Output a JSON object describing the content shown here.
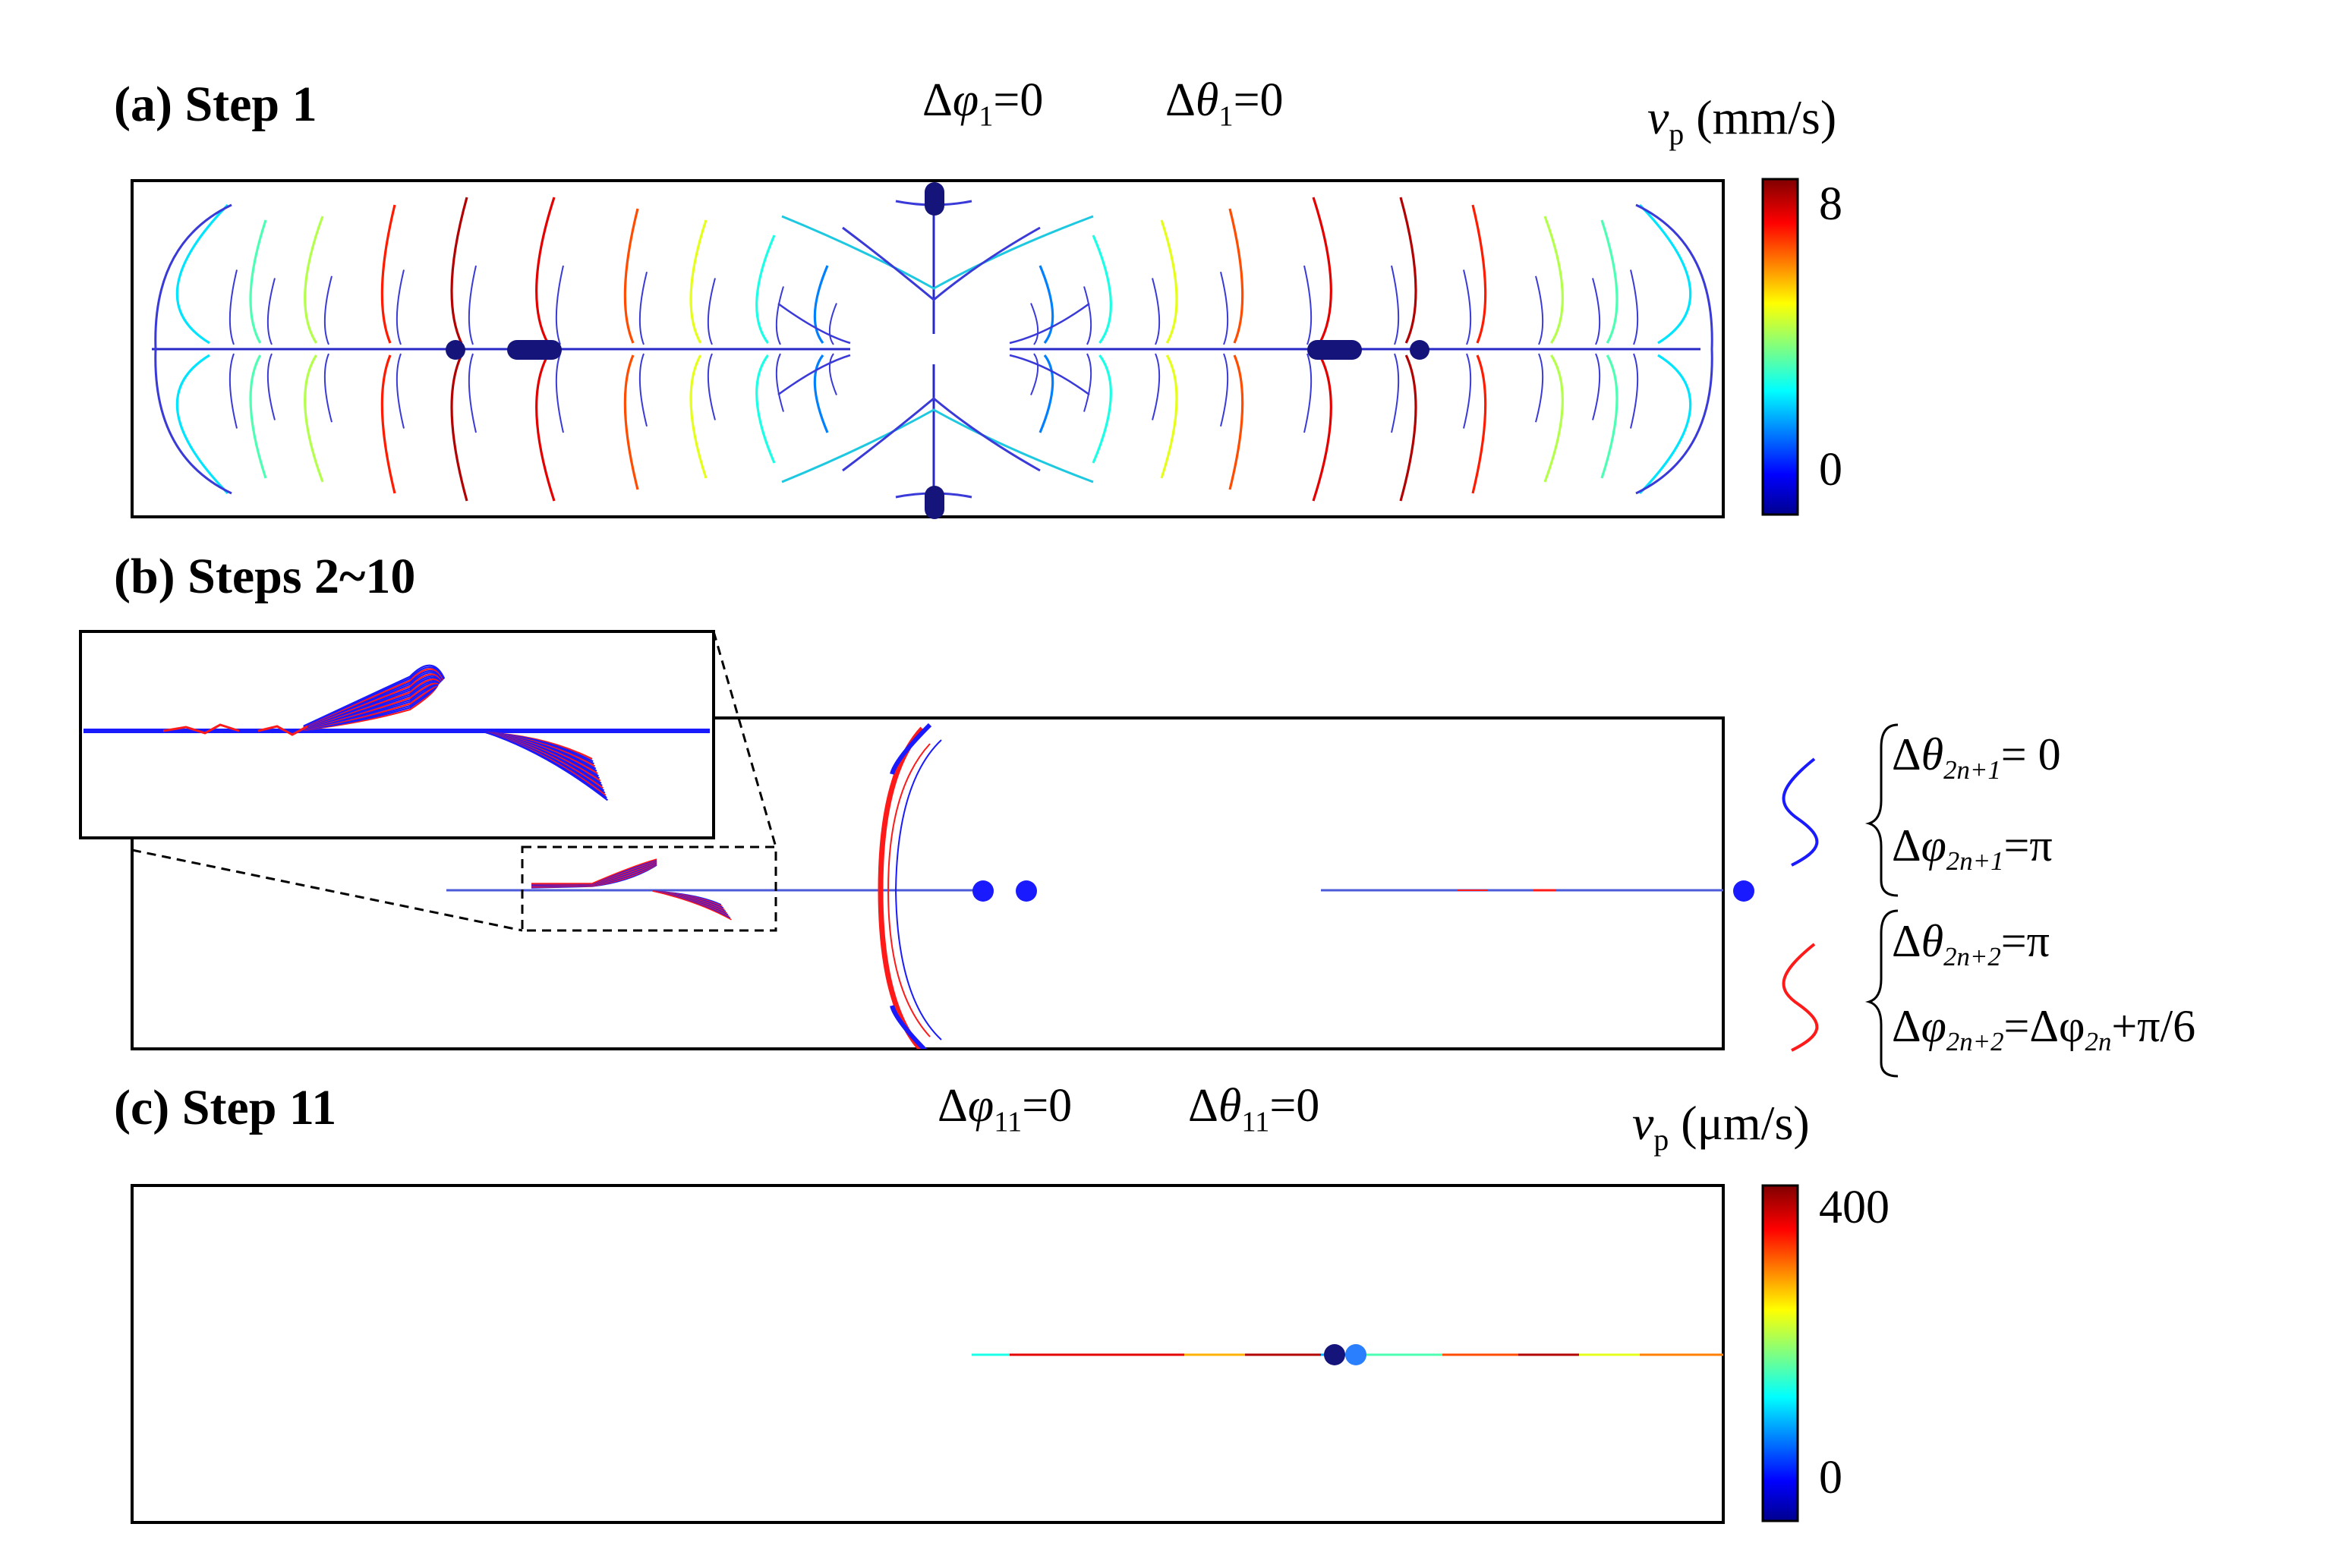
{
  "panels": {
    "a": {
      "label": "(a) Step 1",
      "eq_phi": {
        "base": "Δ",
        "sym": "φ",
        "sub": "1",
        "rhs": "=0"
      },
      "eq_theta": {
        "base": "Δ",
        "sym": "θ",
        "sub": "1",
        "rhs": "=0"
      },
      "colorbar": {
        "var": "v",
        "sub": "p",
        "unit": " (mm/s)",
        "max": "8",
        "min": "0"
      }
    },
    "b": {
      "label": "(b) Steps 2~10",
      "legend": [
        {
          "color": "#1a1aff",
          "line1": {
            "base": "Δ",
            "sym": "θ",
            "sub": "2n+1",
            "rhs": "= 0"
          },
          "line2": {
            "base": "Δ",
            "sym": "φ",
            "sub": "2n+1",
            "rhs": "=π"
          }
        },
        {
          "color": "#ff1a1a",
          "line1": {
            "base": "Δ",
            "sym": "θ",
            "sub": "2n+2",
            "rhs": "=π"
          },
          "line2": {
            "base": "Δ",
            "sym": "φ",
            "sub": "2n+2",
            "rhs": "=Δφ",
            "sub2": "2n",
            "rhs2": "+π/6"
          }
        }
      ]
    },
    "c": {
      "label": "(c) Step 11",
      "eq_phi": {
        "base": "Δ",
        "sym": "φ",
        "sub": "11",
        "rhs": "=0"
      },
      "eq_theta": {
        "base": "Δ",
        "sym": "θ",
        "sub": "11",
        "rhs": "=0"
      },
      "colorbar": {
        "var": "v",
        "sub": "p",
        "unit": " (μm/s)",
        "max": "400",
        "min": "0"
      }
    }
  },
  "colors": {
    "blue": "#1a1aff",
    "red": "#ff1a1a",
    "navy": "#101080",
    "light_blue": "#2a7fff"
  }
}
